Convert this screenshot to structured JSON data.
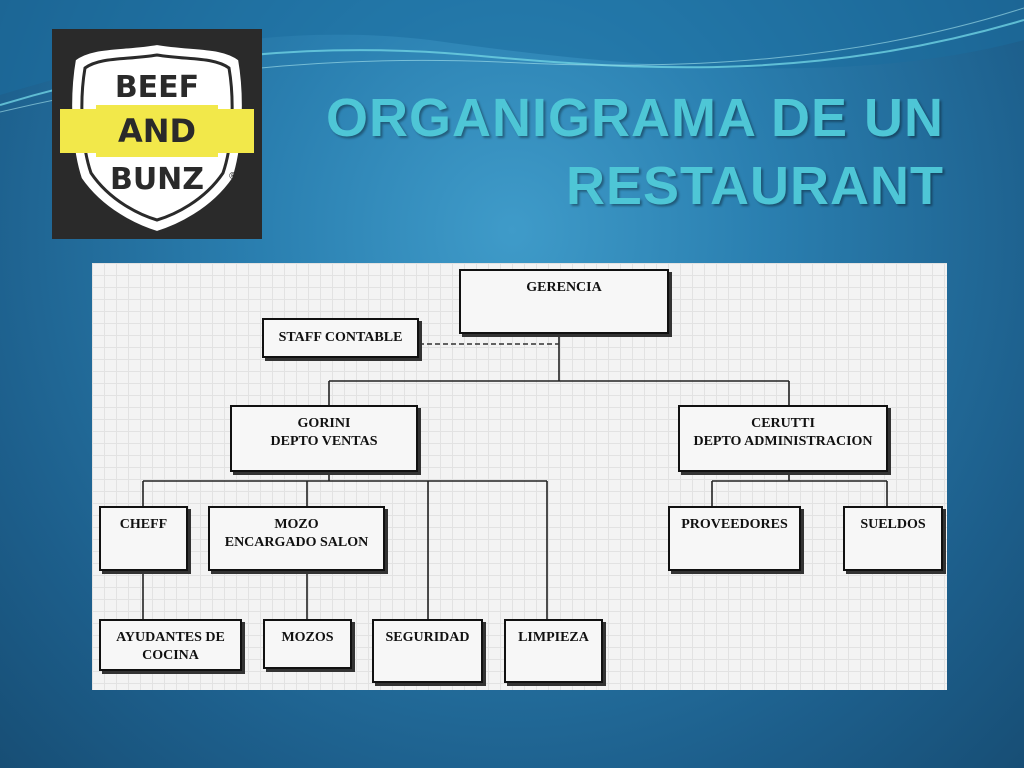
{
  "title": {
    "line1": "ORGANIGRAMA DE UN",
    "line2": "RESTAURANT"
  },
  "logo": {
    "line1": "BEEF",
    "line2": "AND",
    "line3": "BUNZ",
    "mark": "®"
  },
  "org": {
    "gerencia": "GERENCIA",
    "staff_contable": "STAFF CONTABLE",
    "gorini": {
      "line1": "GORINI",
      "line2": "DEPTO VENTAS"
    },
    "cerutti": {
      "line1": "CERUTTI",
      "line2": "DEPTO ADMINISTRACION"
    },
    "cheff": "CHEFF",
    "mozo": {
      "line1": "MOZO",
      "line2": "ENCARGADO SALON"
    },
    "proveedores": "PROVEEDORES",
    "sueldos": "SUELDOS",
    "ayudantes": {
      "line1": "AYUDANTES DE",
      "line2": "COCINA"
    },
    "mozos": "MOZOS",
    "seguridad": "SEGURIDAD",
    "limpieza": "LIMPIEZA"
  }
}
